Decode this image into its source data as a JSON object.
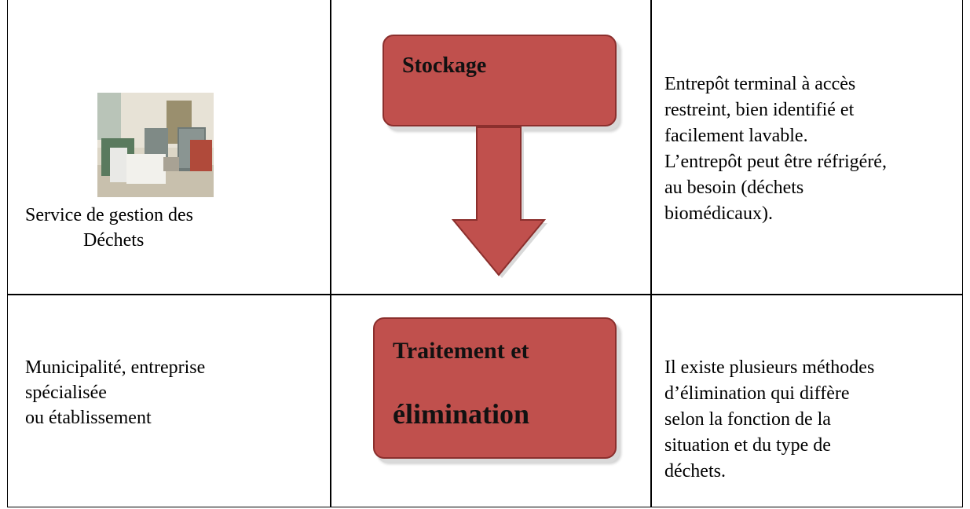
{
  "row1": {
    "left_caption": [
      "Service de gestion des",
      "Déchets"
    ],
    "box_label": "Stockage",
    "right_text": [
      "Entrepôt terminal à accès",
      "restreint, bien identifié et",
      "facilement lavable.",
      "L’entrepôt peut être réfrigéré,",
      "au besoin (déchets",
      "biomédicaux)."
    ]
  },
  "row2": {
    "left_text": [
      "Municipalité, entreprise",
      "spécialisée",
      "ou établissement"
    ],
    "box_label": [
      "Traitement et",
      "élimination"
    ],
    "right_text": [
      "Il existe plusieurs méthodes",
      "d’élimination qui diffère",
      "selon la fonction de la",
      "situation et du type de",
      "déchets."
    ]
  },
  "colors": {
    "box_fill": "#c0504d",
    "box_border": "#8b2f2d"
  }
}
